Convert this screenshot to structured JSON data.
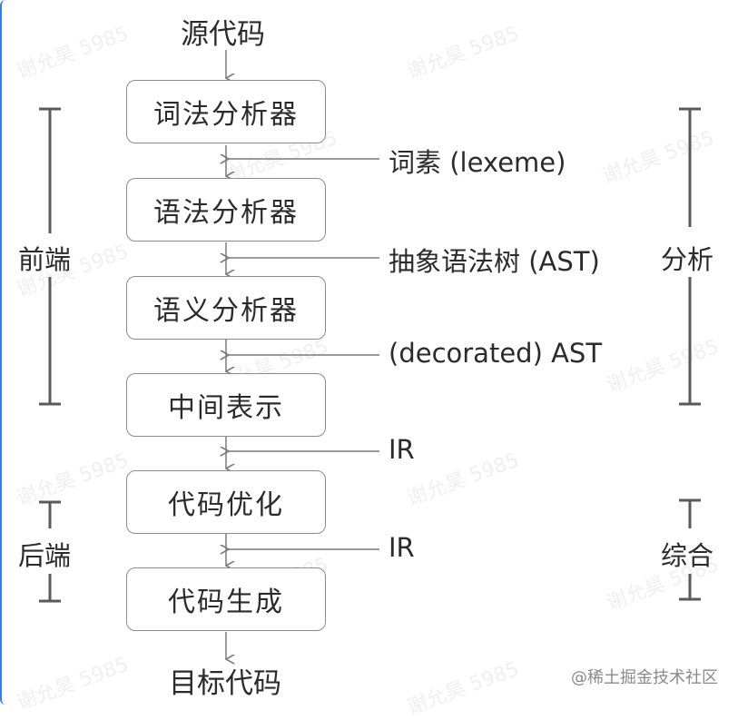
{
  "diagram": {
    "source": "源代码",
    "stages": [
      "词法分析器",
      "语法分析器",
      "语义分析器",
      "中间表示",
      "代码优化",
      "代码生成"
    ],
    "target": "目标代码",
    "annotations": [
      "词素 (lexeme)",
      "抽象语法树 (AST)",
      "(decorated) AST",
      "IR",
      "IR"
    ],
    "groups": {
      "frontend": "前端",
      "backend": "后端",
      "analysis": "分析",
      "synthesis": "综合"
    }
  },
  "watermark": "谢允昊 5985",
  "credit": "@稀土掘金技术社区",
  "colors": {
    "line": "#7a7a7a",
    "box_border": "#8c8c8c",
    "text": "#2b2b2b",
    "left_accent": "#3d7bd9"
  }
}
